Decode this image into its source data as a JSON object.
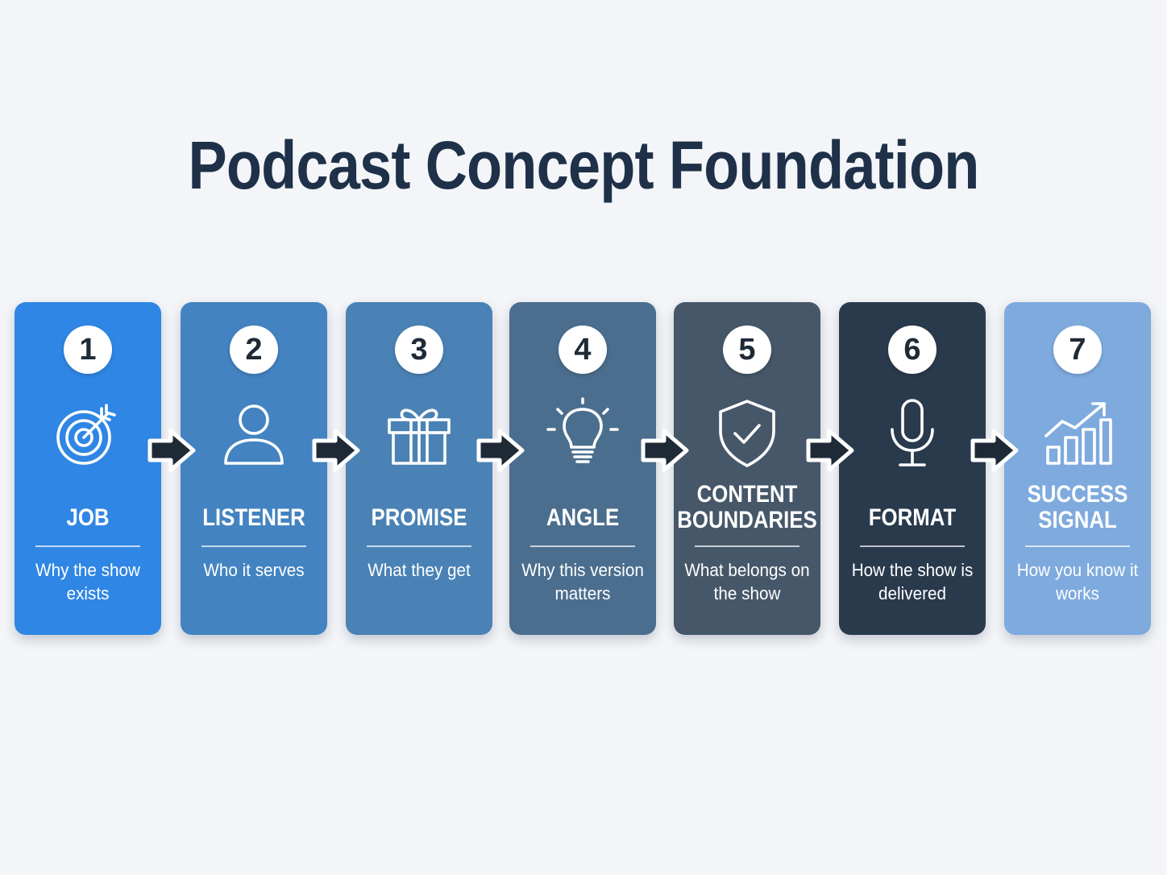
{
  "title": "Podcast Concept Foundation",
  "steps": [
    {
      "number": "1",
      "name": "JOB",
      "description": "Why the show exists",
      "icon": "target-icon",
      "color": "#2f86e4"
    },
    {
      "number": "2",
      "name": "LISTENER",
      "description": "Who it serves",
      "icon": "person-icon",
      "color": "#4383c1"
    },
    {
      "number": "3",
      "name": "PROMISE",
      "description": "What they get",
      "icon": "gift-icon",
      "color": "#4a82b5"
    },
    {
      "number": "4",
      "name": "ANGLE",
      "description": "Why this version matters",
      "icon": "lightbulb-icon",
      "color": "#4b6e8e"
    },
    {
      "number": "5",
      "name": "CONTENT BOUNDARIES",
      "description": "What belongs on the show",
      "icon": "shield-check-icon",
      "color": "#465769"
    },
    {
      "number": "6",
      "name": "FORMAT",
      "description": "How the show is delivered",
      "icon": "microphone-icon",
      "color": "#2a3a4d"
    },
    {
      "number": "7",
      "name": "SUCCESS SIGNAL",
      "description": "How you know it works",
      "icon": "growth-chart-icon",
      "color": "#7eaade"
    }
  ]
}
